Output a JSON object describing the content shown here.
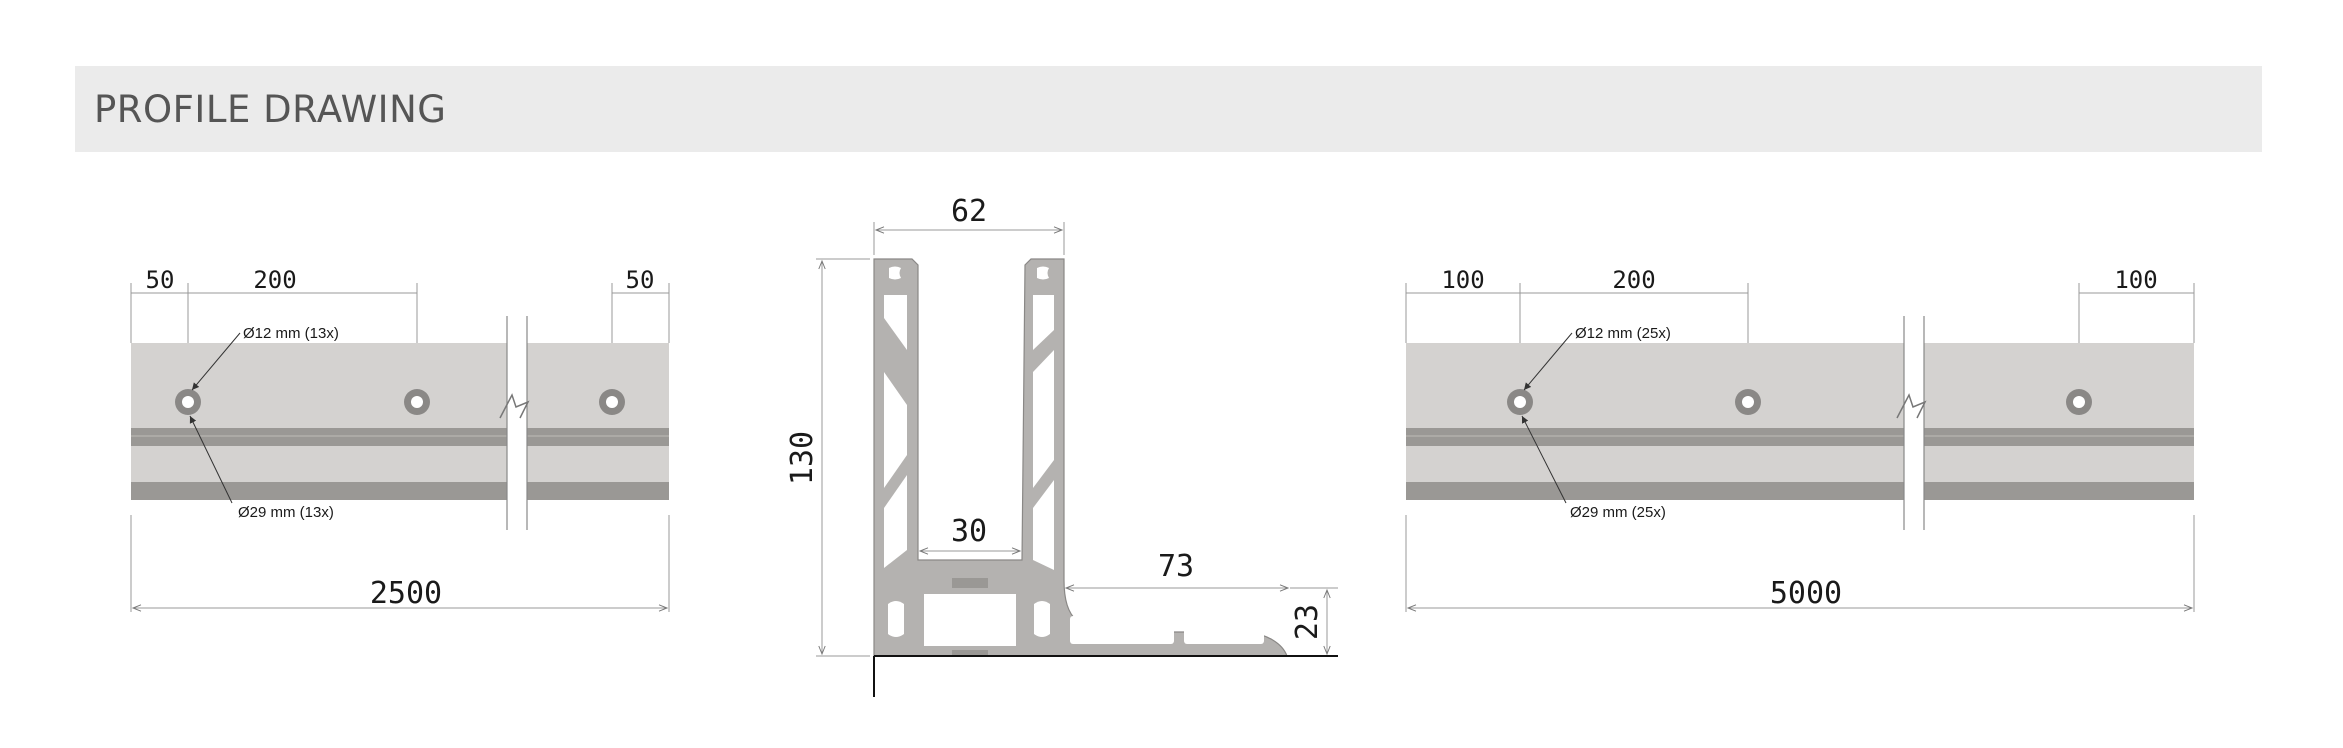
{
  "header": {
    "title": "PROFILE DRAWING"
  },
  "left_rail": {
    "dims": {
      "left_end": "50",
      "spacing": "200",
      "right_end": "50",
      "total": "2500"
    },
    "small_hole_note": "Ø12 mm  (13x)",
    "large_hole_note": "Ø29 mm  (13x)"
  },
  "section": {
    "dims": {
      "width": "62",
      "height": "130",
      "channel": "30",
      "foot": "73",
      "foot_height": "23"
    }
  },
  "right_rail": {
    "dims": {
      "left_end": "100",
      "spacing": "200",
      "right_end": "100",
      "total": "5000"
    },
    "small_hole_note": "Ø12 mm  (25x)",
    "large_hole_note": "Ø29 mm  (25x)"
  },
  "colors": {
    "rail_light": "#d4d2d0",
    "rail_dark": "#9a9895",
    "profile": "#b4b2b0",
    "header_bg": "#ebebeb"
  }
}
